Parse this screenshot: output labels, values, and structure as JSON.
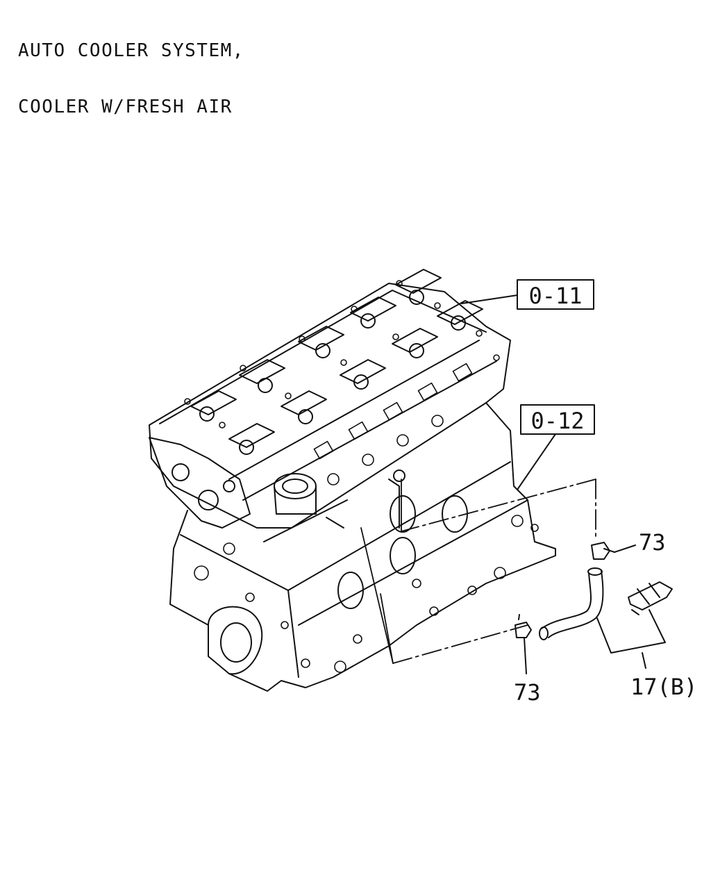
{
  "title": {
    "line1": "AUTO COOLER SYSTEM,",
    "line2": "COOLER W/FRESH AIR"
  },
  "references": {
    "ref_a": "0-11",
    "ref_b": "0-12"
  },
  "parts": {
    "clamp_upper": "73",
    "clamp_lower": "73",
    "hose_assembly": "17(B)"
  }
}
